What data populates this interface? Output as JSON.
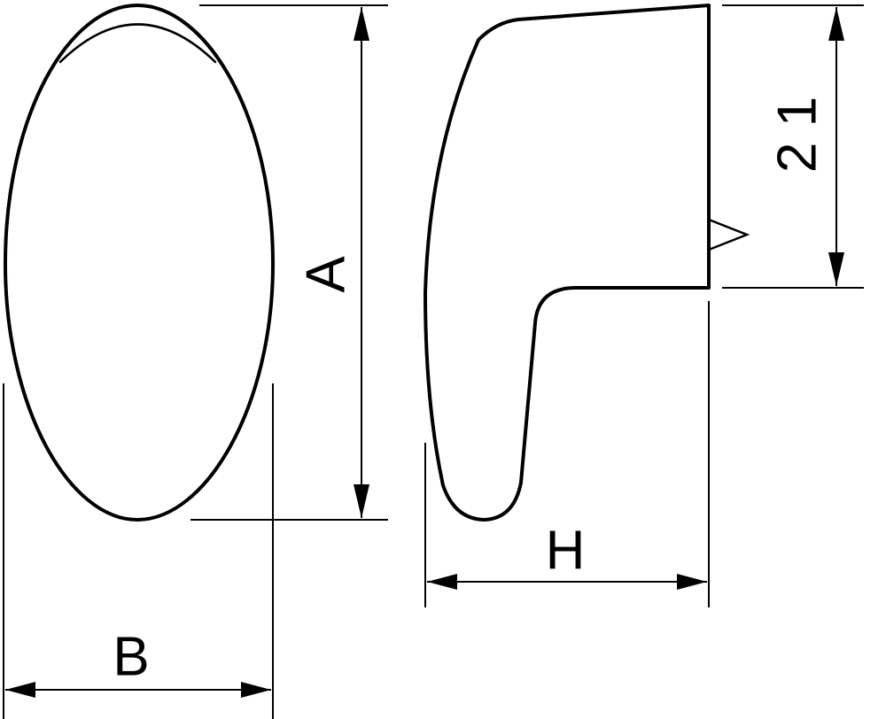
{
  "dimensions": {
    "height_label": "A",
    "width_label": "B",
    "depth_label": "H",
    "base_height_label": "2 1"
  }
}
